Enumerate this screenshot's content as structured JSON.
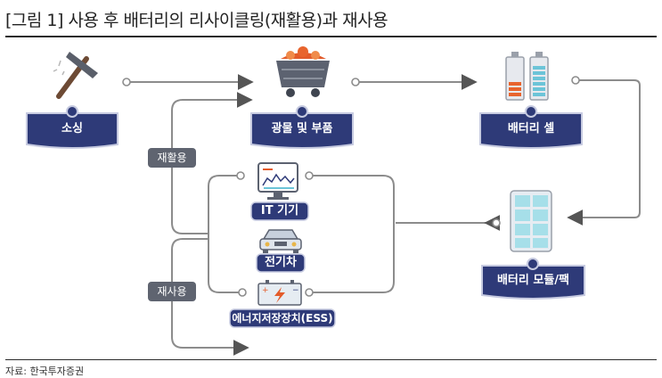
{
  "title": "[그림 1] 사용 후 배터리의 리사이클링(재활용)과 재사용",
  "source": "자료: 한국투자증권",
  "nodes": {
    "mining": "소싱",
    "minerals": "광물 및 부품",
    "battery_cell": "배터리 셀",
    "battery_module": "배터리 모듈/팩",
    "it_device": "IT 기기",
    "ev": "전기차",
    "ess": "에너지저장장치(ESS)"
  },
  "badges": {
    "recycle": "재활용",
    "reuse": "재사용"
  },
  "colors": {
    "node_fill": "#2e3a78",
    "node_border": "#c6cae0",
    "arrow": "#8c8c8c",
    "badge": "#5f6470"
  }
}
